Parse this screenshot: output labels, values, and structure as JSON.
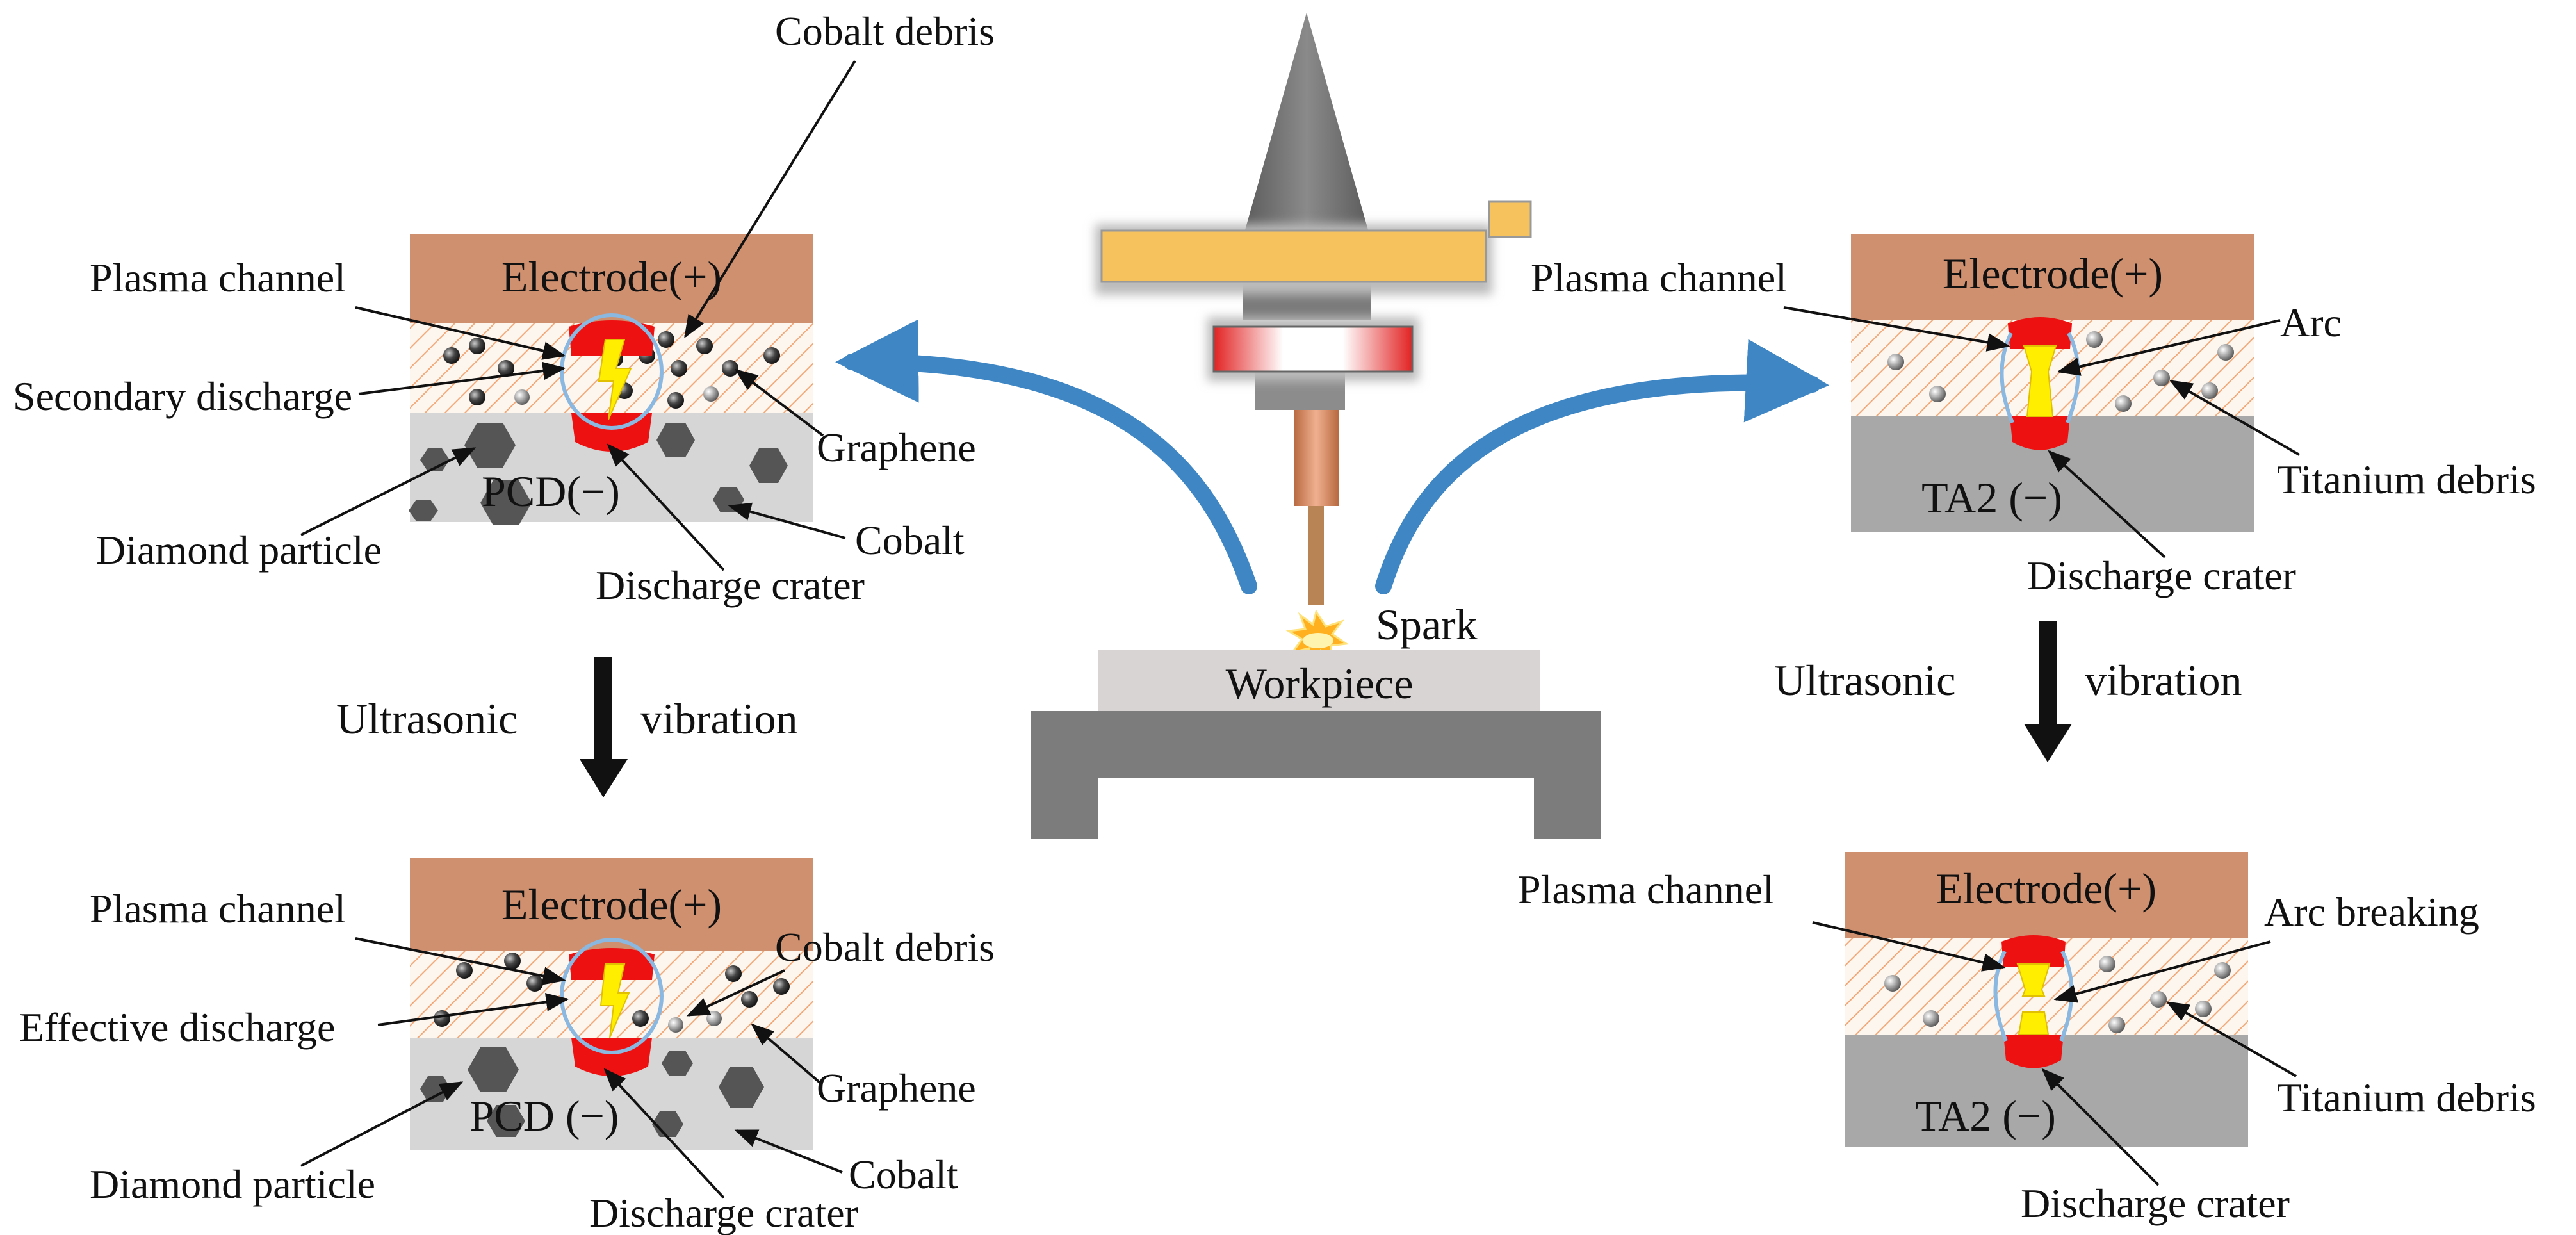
{
  "center": {
    "spark": "Spark",
    "workpiece": "Workpiece"
  },
  "top_left": {
    "electrode": "Electrode(+)",
    "plasma_channel": "Plasma channel",
    "secondary_discharge": "Secondary discharge",
    "cobalt_debris": "Cobalt debris",
    "graphene": "Graphene",
    "workpiece_label": "PCD(−)",
    "diamond_particle": "Diamond particle",
    "discharge_crater": "Discharge crater",
    "cobalt": "Cobalt"
  },
  "bottom_left": {
    "electrode": "Electrode(+)",
    "plasma_channel": "Plasma channel",
    "effective_discharge": "Effective discharge",
    "cobalt_debris": "Cobalt debris",
    "graphene": "Graphene",
    "workpiece_label": "PCD (−)",
    "diamond_particle": "Diamond particle",
    "discharge_crater": "Discharge crater",
    "cobalt": "Cobalt"
  },
  "top_right": {
    "electrode": "Electrode(+)",
    "plasma_channel": "Plasma channel",
    "arc": "Arc",
    "titanium_debris": "Titanium debris",
    "workpiece_label": "TA2 (−)",
    "discharge_crater": "Discharge crater"
  },
  "bottom_right": {
    "electrode": "Electrode(+)",
    "plasma_channel": "Plasma channel",
    "arc_breaking": "Arc breaking",
    "titanium_debris": "Titanium debris",
    "workpiece_label": "TA2 (−)",
    "discharge_crater": "Discharge crater"
  },
  "left_transition": {
    "word1": "Ultrasonic",
    "word2": "vibration"
  },
  "right_transition": {
    "word1": "Ultrasonic",
    "word2": "vibration"
  },
  "colors": {
    "electrode": "#cf9070",
    "dielectric_hatch": "#f0a070",
    "pcd": "#d6d6d6",
    "ta2": "#a8a8a8",
    "plasma_red": "#ee1111",
    "arc_yellow": "#ffee00",
    "curved_arrow": "#3f86c4",
    "machine_gray": "#777777",
    "arm_yellow": "#f6c25e"
  }
}
